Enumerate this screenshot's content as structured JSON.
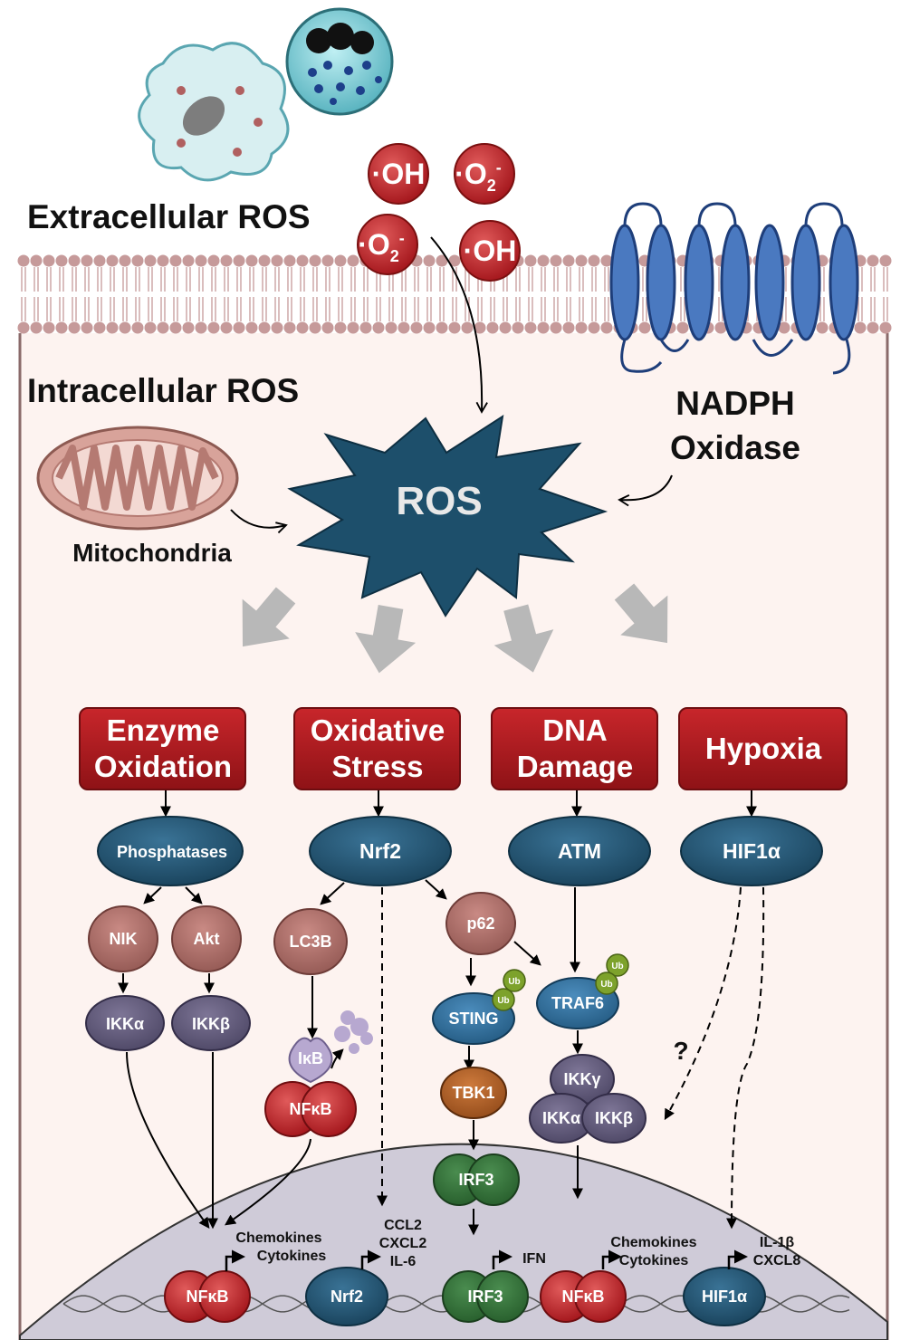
{
  "labels": {
    "extracellular": "Extracellular ROS",
    "intracellular": "Intracellular ROS",
    "mitochondria": "Mitochondria",
    "nadph_line1": "NADPH",
    "nadph_line2": "Oxidase",
    "ros": "ROS",
    "question": "?"
  },
  "radicals": {
    "oh": "·OH",
    "o2": "·O",
    "o2_sub": "2",
    "o2_sup": "-"
  },
  "categories": [
    {
      "line1": "Enzyme",
      "line2": "Oxidation"
    },
    {
      "line1": "Oxidative",
      "line2": "Stress"
    },
    {
      "line1": "DNA",
      "line2": "Damage"
    },
    {
      "line1": "Hypoxia",
      "line2": ""
    }
  ],
  "nodes": {
    "phosphatases": "Phosphatases",
    "nrf2": "Nrf2",
    "atm": "ATM",
    "hif1a": "HIF1α",
    "nik": "NIK",
    "akt": "Akt",
    "lc3b": "LC3B",
    "p62": "p62",
    "ikka": "IKKα",
    "ikkb": "IKKβ",
    "ikb": "IκB",
    "nfkb": "NFκB",
    "sting": "STING",
    "traf6": "TRAF6",
    "ub": "Ub",
    "tbk1": "TBK1",
    "irf3": "IRF3",
    "ikkg": "IKKγ"
  },
  "nucleus": {
    "f1": "NFκB",
    "f2": "Nrf2",
    "f3": "IRF3",
    "f4": "NFκB",
    "f5": "HIF1α",
    "o1_l1": "Chemokines",
    "o1_l2": "Cytokines",
    "o2_l1": "CCL2",
    "o2_l2": "CXCL2",
    "o2_l3": "IL-6",
    "o3_l1": "IFN",
    "o4_l1": "Chemokines",
    "o4_l2": "Cytokines",
    "o5_l1": "IL-1β",
    "o5_l2": "CXCL8"
  },
  "colors": {
    "membrane_head": "#c69a9a",
    "cell_bg": "#fdf3f0",
    "nucleus_bg": "#cfcbd8",
    "ros_star": "#1d4f6b",
    "category_box": "#b0191e",
    "dark_teal": "#1c4c68",
    "rose": "#ac6c67",
    "purple": "#5f5878",
    "red": "#c01a20",
    "blue": "#2d6f9c",
    "brown": "#b05c22",
    "green": "#2f6f35",
    "ub_green": "#7da22c",
    "big_arrow": "#b8b8b8",
    "nadph_blue": "#4a79c0"
  }
}
